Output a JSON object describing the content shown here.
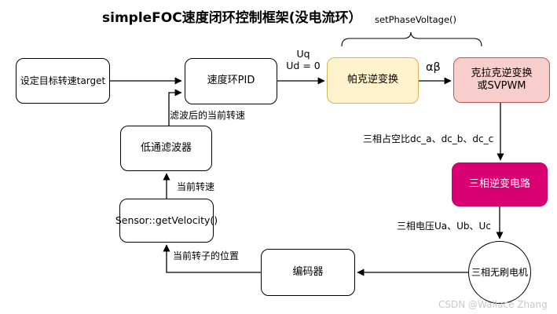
{
  "title": "simpleFOC速度闭环控制框架(没电流环）",
  "annotations": {
    "set_phase_voltage": "setPhaseVoltage()"
  },
  "nodes": {
    "target": {
      "label": "设定目标转速target"
    },
    "pid": {
      "label": "速度环PID"
    },
    "park": {
      "label": "帕克逆变换"
    },
    "clarke": {
      "label_line1": "克拉克逆变换",
      "label_line2": "或SVPWM"
    },
    "inverter": {
      "label": "三相逆变电路"
    },
    "motor": {
      "label": "三相无刷电机"
    },
    "encoder": {
      "label": "编码器"
    },
    "sensor": {
      "label": "Sensor::getVelocity()"
    },
    "lpf": {
      "label": "低通滤波器"
    }
  },
  "edge_labels": {
    "uq": "Uq",
    "ud": "Ud = 0",
    "alpha_beta": "αβ",
    "duty_cycle": "三相占空比dc_a、dc_b、dc_c",
    "phase_voltage": "三相电压Ua、Ub、Uc",
    "rotor_position": "当前转子的位置",
    "current_speed": "当前转速",
    "filtered_speed": "滤波后的当前转速"
  },
  "watermark": "CSDN @Wallace Zhang",
  "colors": {
    "park_fill": "#FFF2CC",
    "park_stroke": "#D6B656",
    "clarke_fill": "#F8CECC",
    "clarke_stroke": "#B85450",
    "inverter_fill": "#D80073",
    "inverter_text": "#FFFFFF",
    "line": "#000000",
    "watermark": "#C9C9C9"
  }
}
